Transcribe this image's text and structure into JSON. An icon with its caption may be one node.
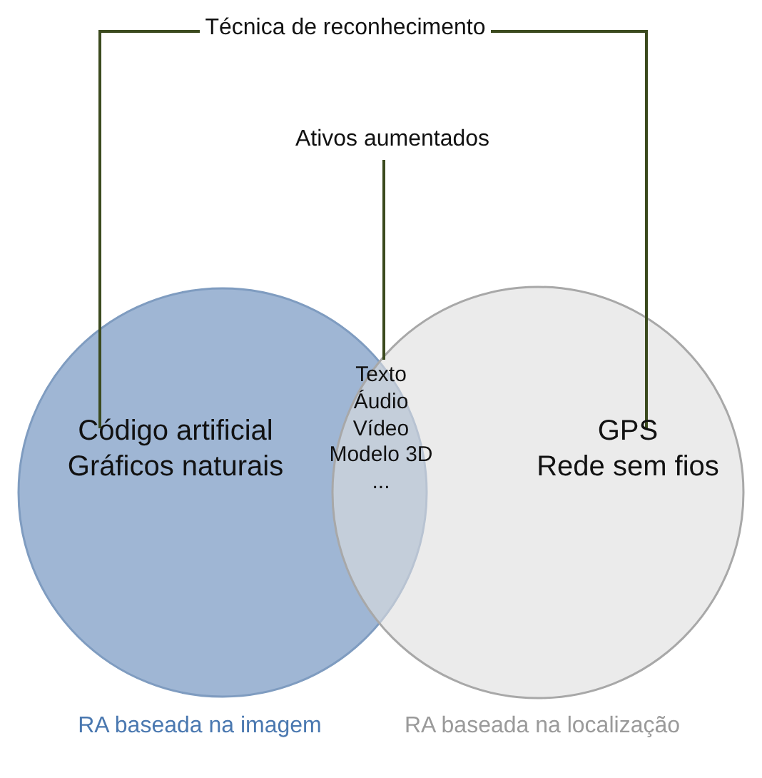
{
  "diagram": {
    "nodes": [
      {
        "text": [
          "Técnica de reconhecimento"
        ]
      },
      {
        "text": [
          "Ativos aumentados"
        ]
      },
      {
        "text": [
          "Código artificial",
          "Gráficos naturais"
        ],
        "beside": [
          "RA baseada na imagem"
        ]
      },
      {
        "text": [
          "GPS",
          "Rede sem fios"
        ],
        "beside": [
          "RA baseada na localização"
        ]
      },
      {
        "text": [
          "Texto",
          "Áudio",
          "Vídeo",
          "Modelo 3D",
          "..."
        ]
      }
    ],
    "edges": [
      {
        "from": 0,
        "to": 2,
        "arrow": "none"
      },
      {
        "from": 0,
        "to": 3,
        "arrow": "none"
      },
      {
        "from": 1,
        "to": 4,
        "arrow": "none"
      }
    ]
  }
}
